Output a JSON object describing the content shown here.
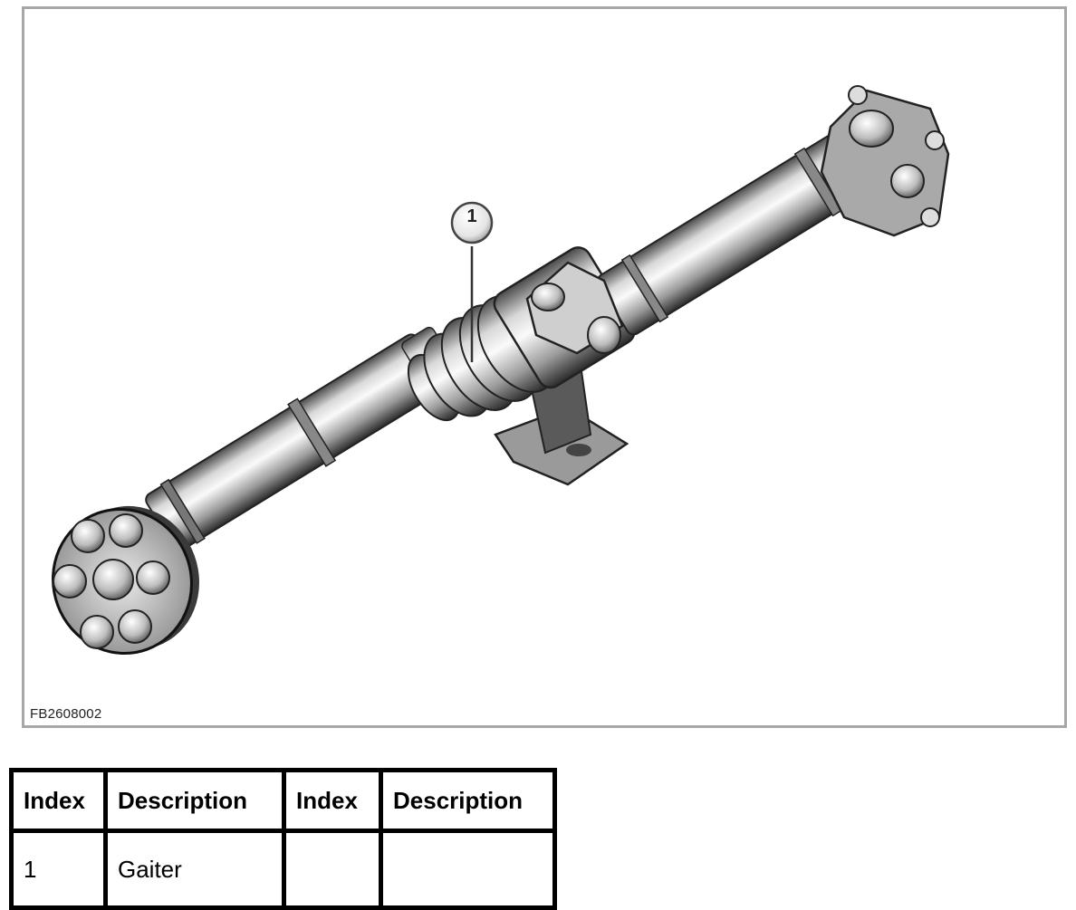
{
  "figure": {
    "code": "FB2608002",
    "callout_number": "1"
  },
  "table": {
    "headers": [
      "Index",
      "Description",
      "Index",
      "Description"
    ],
    "rows": [
      [
        "1",
        "Gaiter",
        "",
        ""
      ]
    ]
  }
}
